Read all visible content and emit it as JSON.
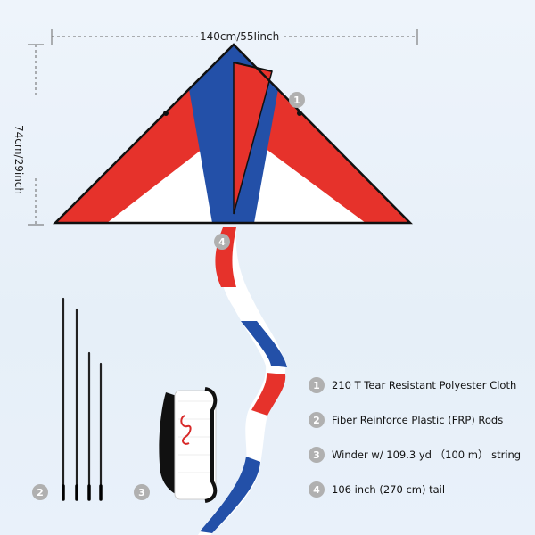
{
  "dimensions": {
    "width_label": "140cm/55Iinch",
    "height_label": "74cm/29inch"
  },
  "callouts": [
    "1",
    "2",
    "3",
    "4"
  ],
  "legend": [
    {
      "number": "1",
      "text": "210 T Tear Resistant Polyester Cloth"
    },
    {
      "number": "2",
      "text": "Fiber Reinforce Plastic (FRP) Rods"
    },
    {
      "number": "3",
      "text": "Winder w/ 109.3 yd （100 m） string"
    },
    {
      "number": "4",
      "text": "106 inch (270 cm) tail"
    }
  ],
  "colors": {
    "kite_red": "#e6322b",
    "kite_blue": "#2350a8",
    "kite_white": "#ffffff",
    "badge_gray": "#b0b0b0",
    "background": "#eaf1f9"
  }
}
